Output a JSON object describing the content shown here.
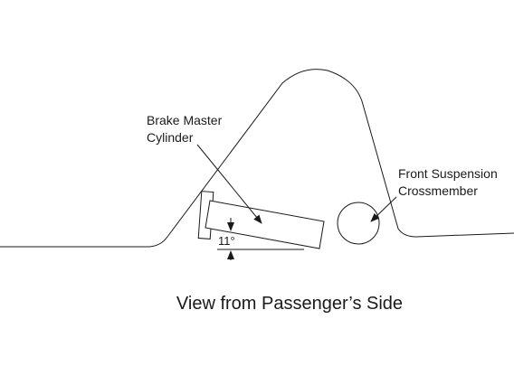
{
  "labels": {
    "master_cylinder_line1": "Brake Master",
    "master_cylinder_line2": "Cylinder",
    "crossmember_line1": "Front Suspension",
    "crossmember_line2": "Crossmember",
    "angle": "11°"
  },
  "caption": "View from Passenger’s Side",
  "colors": {
    "line": "#1a1a1a",
    "background": "#ffffff"
  }
}
